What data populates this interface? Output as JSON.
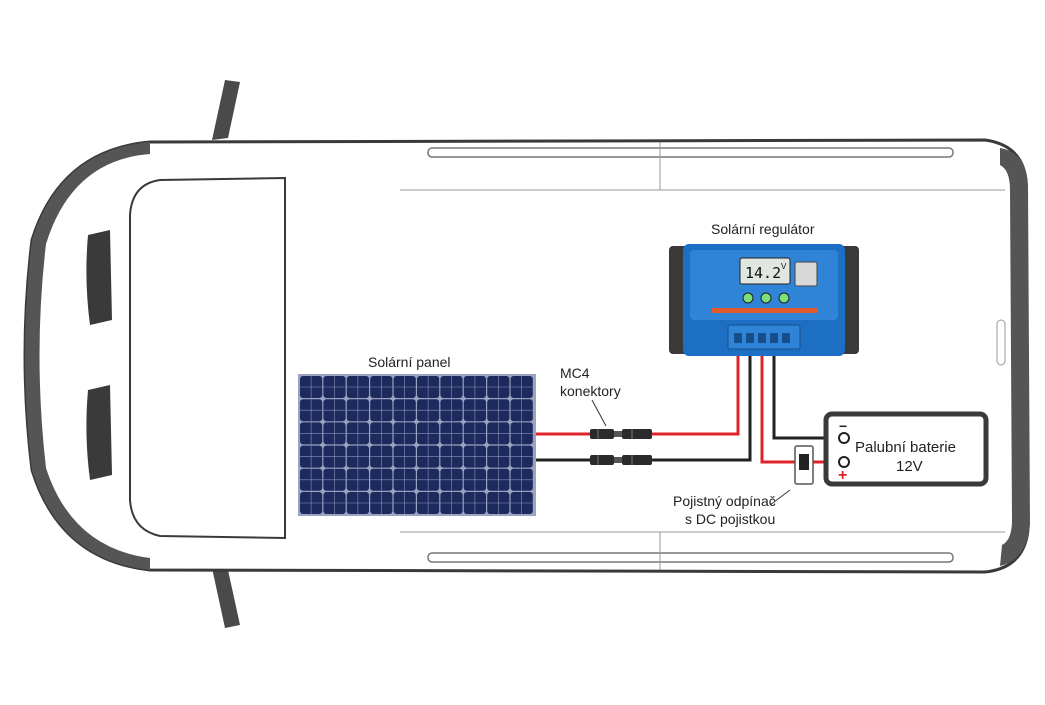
{
  "labels": {
    "controller": "Solární regulátor",
    "panel": "Solární panel",
    "mc4_line1": "MC4",
    "mc4_line2": "konektory",
    "fuse_line1": "Pojistný odpínač",
    "fuse_line2": "s DC pojistkou",
    "battery_line1": "Palubní baterie",
    "battery_line2": "12V",
    "battery_minus": "−",
    "battery_plus": "+"
  },
  "controller_display": {
    "reading": "14.2",
    "unit": "V"
  },
  "colors": {
    "positive_wire": "#e0232b",
    "negative_wire": "#222222",
    "controller_body": "#1d6fc4",
    "panel_cell": "#1c2a5e",
    "van_outline": "#3a3a3a"
  },
  "icons": {
    "battery_minus_terminal": "terminal-icon",
    "battery_plus_terminal": "terminal-icon"
  }
}
